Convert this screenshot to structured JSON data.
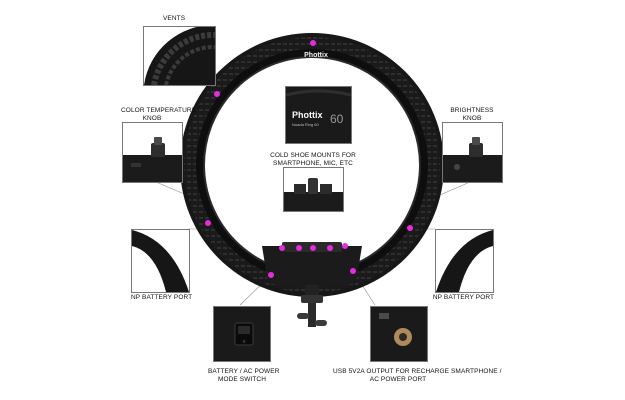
{
  "accent_color": "#e62bdc",
  "brand": {
    "name": "Phottix",
    "model": "Nuada Ring 60",
    "number": "60"
  },
  "callouts": {
    "vents": "VENTS",
    "color_temperature_1": "COLOR TEMPERATURE",
    "color_temperature_2": "KNOB",
    "brightness_1": "BRIGHTNESS",
    "brightness_2": "KNOB",
    "cold_shoe_1": "COLD SHOE MOUNTS FOR",
    "cold_shoe_2": "SMARTPHONE, MIC, etc",
    "np_battery_left": "NP BATTERY PORT",
    "np_battery_right": "NP BATTERY PORT",
    "mode_switch_1": "BATTERY / AC POWER",
    "mode_switch_2": "MODE SWITCH",
    "usb_1": "USB 5V2A OUTPUT FOR RECHARGE SMARTPHONE /",
    "usb_2": "AC POWER PORT"
  },
  "icons": [
    "ring-light",
    "knob-icon",
    "cold-shoe-icon",
    "rocker-switch-icon",
    "dc-port-icon",
    "stand-mount-icon"
  ]
}
